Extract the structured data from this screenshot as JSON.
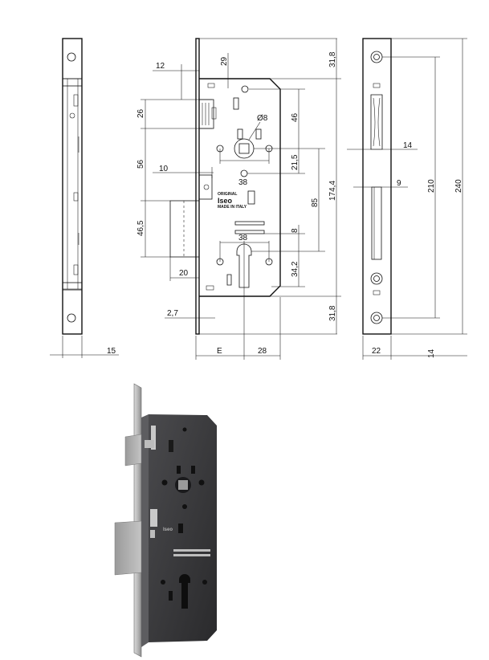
{
  "side_view": {
    "dimensions": {
      "faceplate_thickness": "15"
    }
  },
  "front_view": {
    "dimensions": {
      "bolt_offset": "12",
      "top_to_latch_hole": "29",
      "latch_height": "26",
      "latch_to_bolt": "56",
      "bolt_offset_2": "10",
      "bolt_height": "46,5",
      "bolt_throw": "20",
      "faceplate_gap": "2,7",
      "backset": "E",
      "cylinder_offset": "28",
      "spindle_diameter": "Ø8",
      "hole_spacing_upper": "38",
      "hole_spacing_lower": "38",
      "top_hole_to_spindle": "46",
      "spindle_to_hole": "21,5",
      "spindle_to_cylinder": "85",
      "cylinder_to_slot": "8",
      "cylinder_to_bottom": "34,2",
      "case_height": "174,4",
      "top_margin": "31,8",
      "bottom_margin": "31,8"
    },
    "brand_label": {
      "line1": "ORIGINAL",
      "line2": "Iseo",
      "line3": "MADE IN ITALY"
    }
  },
  "edge_view": {
    "dimensions": {
      "latch_width": "14",
      "bolt_width": "9",
      "screw_spacing": "210",
      "faceplate_length": "240",
      "faceplate_width": "22",
      "end_margin": "14"
    }
  },
  "photo": {
    "subject": "mortise-lock-product-photo",
    "brand": "Iseo",
    "colors": {
      "case": "#3a3a3c",
      "faceplate": "#b9b9b9",
      "bolt": "#a8a8a8"
    }
  }
}
